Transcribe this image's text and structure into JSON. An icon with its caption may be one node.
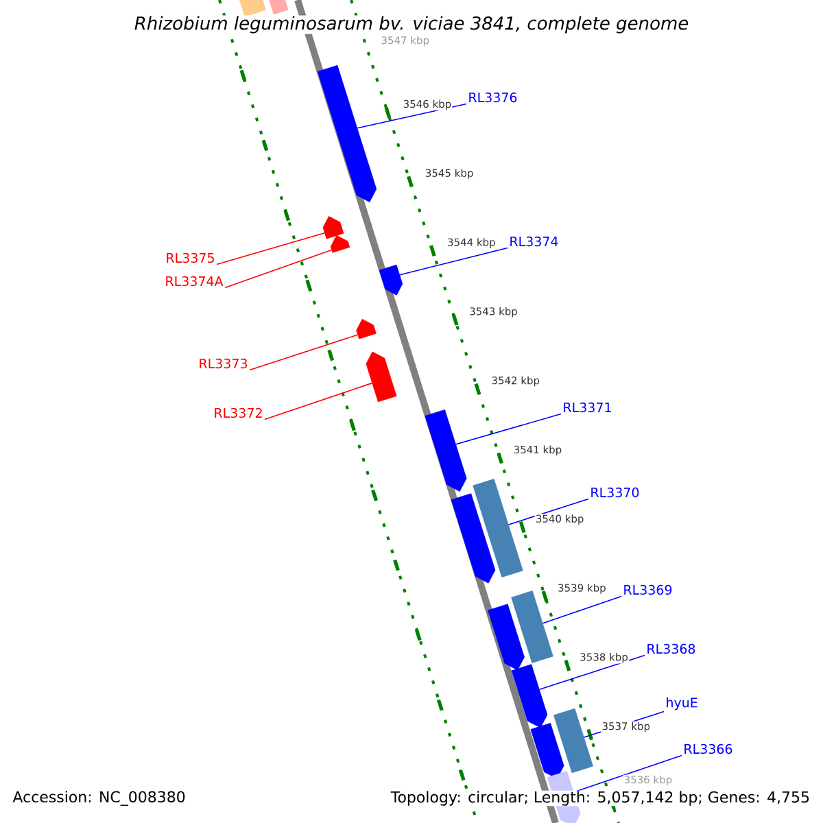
{
  "diagram": {
    "title": "*Rhizobium leguminosarum bv. viciae 3841, complete genome*",
    "nodes": [
      {
        "text": [
          "RL3376"
        ]
      },
      {
        "text": [
          "RL3374"
        ]
      },
      {
        "text": [
          "RL3375"
        ]
      },
      {
        "text": [
          "RL3374A"
        ]
      },
      {
        "text": [
          "RL3373"
        ]
      },
      {
        "text": [
          "RL3372"
        ]
      },
      {
        "text": [
          "RL3371"
        ]
      },
      {
        "text": [
          "RL3370"
        ]
      },
      {
        "text": [
          "RL3369"
        ]
      },
      {
        "text": [
          "RL3368"
        ]
      },
      {
        "text": [
          "hyuE"
        ]
      },
      {
        "text": [
          "RL3366"
        ]
      },
      {
        "text": [],
        "shape": "bar"
      },
      {
        "text": [],
        "shape": "bar"
      },
      {
        "text": [],
        "shape": "block"
      },
      {
        "text": [],
        "shape": "block"
      },
      {
        "text": [],
        "shape": "block"
      },
      {
        "text": [],
        "shape": "block"
      },
      {
        "text": [],
        "shape": "block"
      },
      {
        "text": [],
        "shape": "block"
      },
      {
        "text": [],
        "shape": "block"
      },
      {
        "text": [],
        "shape": "block"
      },
      {
        "text": [],
        "shape": "bar"
      },
      {
        "text": [],
        "shape": "block"
      },
      {
        "text": [],
        "shape": "bar"
      },
      {
        "text": [],
        "shape": "block"
      },
      {
        "text": [],
        "shape": "block"
      },
      {
        "text": [],
        "shape": "bar"
      },
      {
        "text": [],
        "shape": "block"
      }
    ],
    "edges": [
      {
        "from": 0,
        "to": 14,
        "arrow": "none"
      },
      {
        "from": 1,
        "to": 17,
        "arrow": "none"
      },
      {
        "from": 2,
        "to": 15,
        "arrow": "none",
        "color": "#ff0000"
      },
      {
        "from": 3,
        "to": 16,
        "arrow": "none",
        "color": "#ff0000"
      },
      {
        "from": 4,
        "to": 18,
        "arrow": "none",
        "color": "#ff0000"
      },
      {
        "from": 5,
        "to": 19,
        "arrow": "none",
        "color": "#ff0000"
      },
      {
        "from": 6,
        "to": 20,
        "arrow": "none"
      },
      {
        "from": 7,
        "to": 22,
        "arrow": "none"
      },
      {
        "from": 8,
        "to": 24,
        "arrow": "none"
      },
      {
        "from": 9,
        "to": 25,
        "arrow": "none"
      },
      {
        "from": 10,
        "to": 27,
        "arrow": "none"
      },
      {
        "from": 11,
        "to": 28,
        "arrow": "none"
      }
    ],
    "labels": [
      "3547 kbp",
      "3546 kbp",
      "3545 kbp",
      "3544 kbp",
      "3543 kbp",
      "3542 kbp",
      "3541 kbp",
      "3540 kbp",
      "3539 kbp",
      "3538 kbp",
      "3537 kbp",
      "3536 kbp",
      "Accession: NC_008380",
      "Topology: circular; Length: 5,057,142 bp; Genes: 4,755"
    ]
  }
}
